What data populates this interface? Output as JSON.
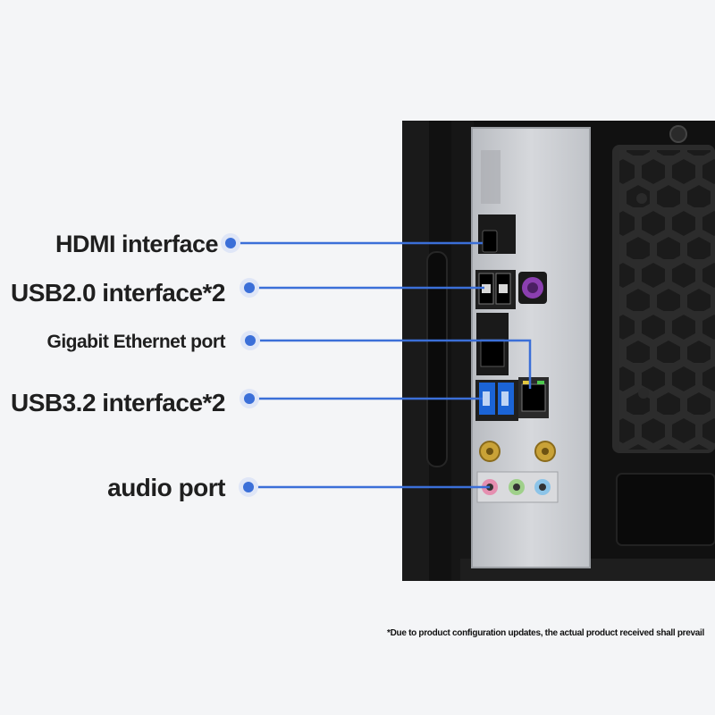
{
  "callouts": [
    {
      "label": "HDMI interface"
    },
    {
      "label": "USB2.0 interface*2"
    },
    {
      "label": "Gigabit Ethernet port"
    },
    {
      "label": "USB3.2 interface*2"
    },
    {
      "label": "audio port"
    }
  ],
  "footnote": "*Due to product configuration updates, the actual product received shall prevail",
  "colors": {
    "callout_line": "#3b6fd8",
    "case_body": "#0d0d0d",
    "io_shield": "#c9ccd1"
  },
  "icons": [
    "hdmi-port-icon",
    "usb-port-icon",
    "ethernet-port-icon",
    "audio-jack-icon",
    "antenna-connector-icon",
    "ps2-port-icon"
  ]
}
